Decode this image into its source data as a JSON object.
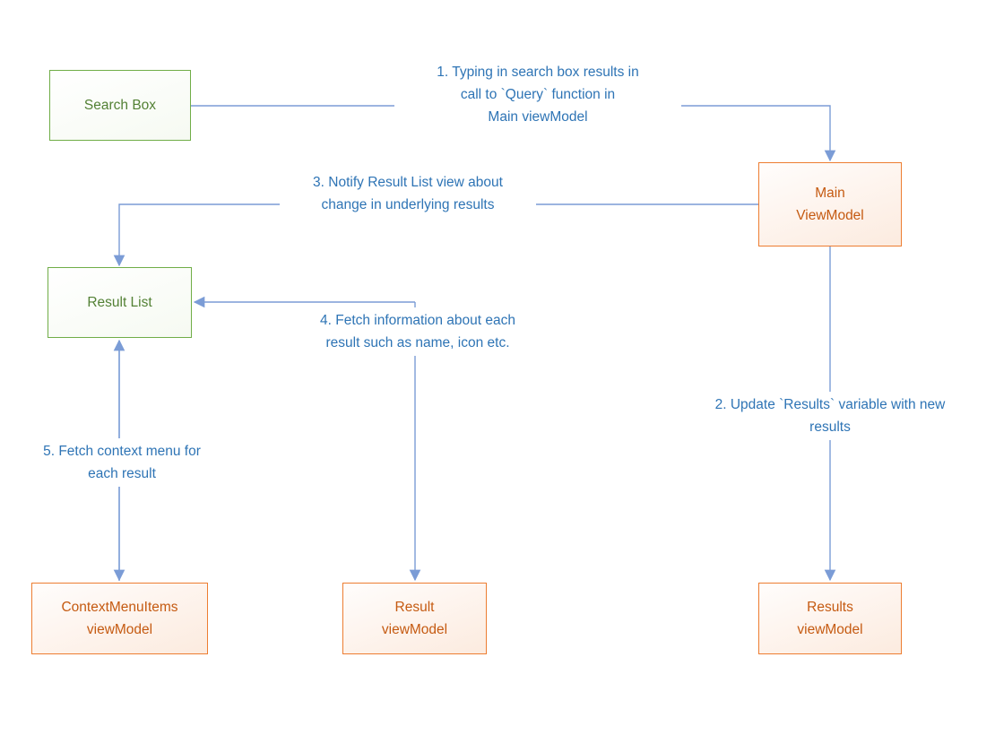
{
  "diagram": {
    "title": "Search MVVM data-flow diagram",
    "colors": {
      "green_border": "#70AD47",
      "green_text": "#538135",
      "orange_border": "#ED7D31",
      "orange_text": "#C55A11",
      "blue_line": "#7B9CD6",
      "blue_text": "#2E74B5",
      "background": "#FFFFFF"
    },
    "nodes": {
      "search_box": {
        "label": "Search Box",
        "style": "green"
      },
      "main_viewmodel": {
        "label": "Main\nViewModel",
        "style": "orange"
      },
      "result_list": {
        "label": "Result List",
        "style": "green"
      },
      "contextmenuitems_viewmodel": {
        "label": "ContextMenuItems\nviewModel",
        "style": "orange"
      },
      "result_viewmodel": {
        "label": "Result\nviewModel",
        "style": "orange"
      },
      "results_viewmodel": {
        "label": "Results\nviewModel",
        "style": "orange"
      }
    },
    "annotations": {
      "step1": "1. Typing in search box results in\ncall to `Query` function in\nMain viewModel",
      "step2": "2. Update `Results` variable with new\nresults",
      "step3": "3. Notify Result List view about\nchange in underlying results",
      "step4": "4. Fetch information about each\nresult such as name, icon etc.",
      "step5": "5. Fetch context menu for\neach result"
    },
    "edges": [
      {
        "from": "search_box",
        "to": "main_viewmodel",
        "label_ref": "step1"
      },
      {
        "from": "main_viewmodel",
        "to": "results_viewmodel",
        "label_ref": "step2"
      },
      {
        "from": "main_viewmodel",
        "to": "result_list",
        "label_ref": "step3"
      },
      {
        "from": "result_viewmodel",
        "to": "result_list",
        "label_ref": "step4"
      },
      {
        "from": "result_list",
        "to": "contextmenuitems_viewmodel",
        "bidirectional": true,
        "label_ref": "step5"
      }
    ]
  }
}
